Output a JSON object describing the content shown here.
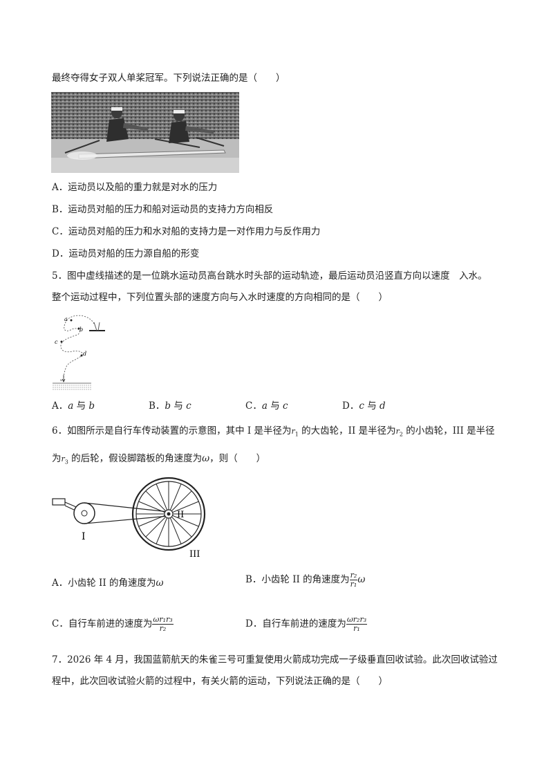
{
  "q4": {
    "stem_tail": "最终夺得女子双人单桨冠军。下列说法正确的是（　　）",
    "options": [
      {
        "label": "A．",
        "text": "运动员以及船的重力就是对水的压力"
      },
      {
        "label": "B．",
        "text": "运动员对船的压力和船对运动员的支持力方向相反"
      },
      {
        "label": "C．",
        "text": "运动员对船的压力和水对船的支持力是一对作用力与反作用力"
      },
      {
        "label": "D．",
        "text": "运动员对船的压力源自船的形变"
      }
    ]
  },
  "q5": {
    "line1": "5．图中虚线描述的是一位跳水运动员高台跳水时头部的运动轨迹，最后运动员沿竖直方向以速度　入水。",
    "line2": "整个运动过程中，下列位置头部的速度方向与入水时速度的方向相同的是（　　）",
    "fig_labels": {
      "a": "a",
      "b": "b",
      "c": "c",
      "d": "d",
      "v": "v"
    },
    "options": [
      {
        "label": "A．",
        "p1": "a",
        "mid": "与",
        "p2": "b"
      },
      {
        "label": "B．",
        "p1": "b",
        "mid": "与",
        "p2": "c"
      },
      {
        "label": "C．",
        "p1": "a",
        "mid": "与",
        "p2": "c"
      },
      {
        "label": "D．",
        "p1": "c",
        "mid": "与",
        "p2": "d"
      }
    ]
  },
  "q6": {
    "l1_a": "6．如图所示是自行车传动装置的示意图，其中 I 是半径为",
    "r1": "r",
    "r1_sub": "1",
    "l1_b": "的大齿轮，II 是半径为",
    "r2": "r",
    "r2_sub": "2",
    "l1_c": "的小齿轮，III 是半径",
    "l2_a": "为",
    "r3": "r",
    "r3_sub": "3",
    "l2_b": "的后轮，假设脚踏板的角速度为",
    "omega": "ω",
    "l2_c": "，则（　　）",
    "fig_labels": {
      "I": "I",
      "II": "II",
      "III": "III"
    },
    "optA": {
      "label": "A．",
      "text": "小齿轮 II 的角速度为",
      "expr": "ω"
    },
    "optB": {
      "label": "B．",
      "text": "小齿轮 II 的角速度为",
      "num": "r₂",
      "den": "r₁",
      "tail": "ω"
    },
    "optC": {
      "label": "C．",
      "text": "自行车前进的速度为",
      "num": "ωr₁r₃",
      "den": "r₂"
    },
    "optD": {
      "label": "D．",
      "text": "自行车前进的速度为",
      "num": "ωr₂r₃",
      "den": "r₁"
    }
  },
  "q7": {
    "line1": "7．2026 年 4 月，我国蓝箭航天的朱雀三号可重复使用火箭成功完成一子级垂直回收试验。此次回收试验过",
    "line2": "程中，此次回收试验火箭的过程中，有关火箭的运动，下列说法正确的是（　　）"
  }
}
